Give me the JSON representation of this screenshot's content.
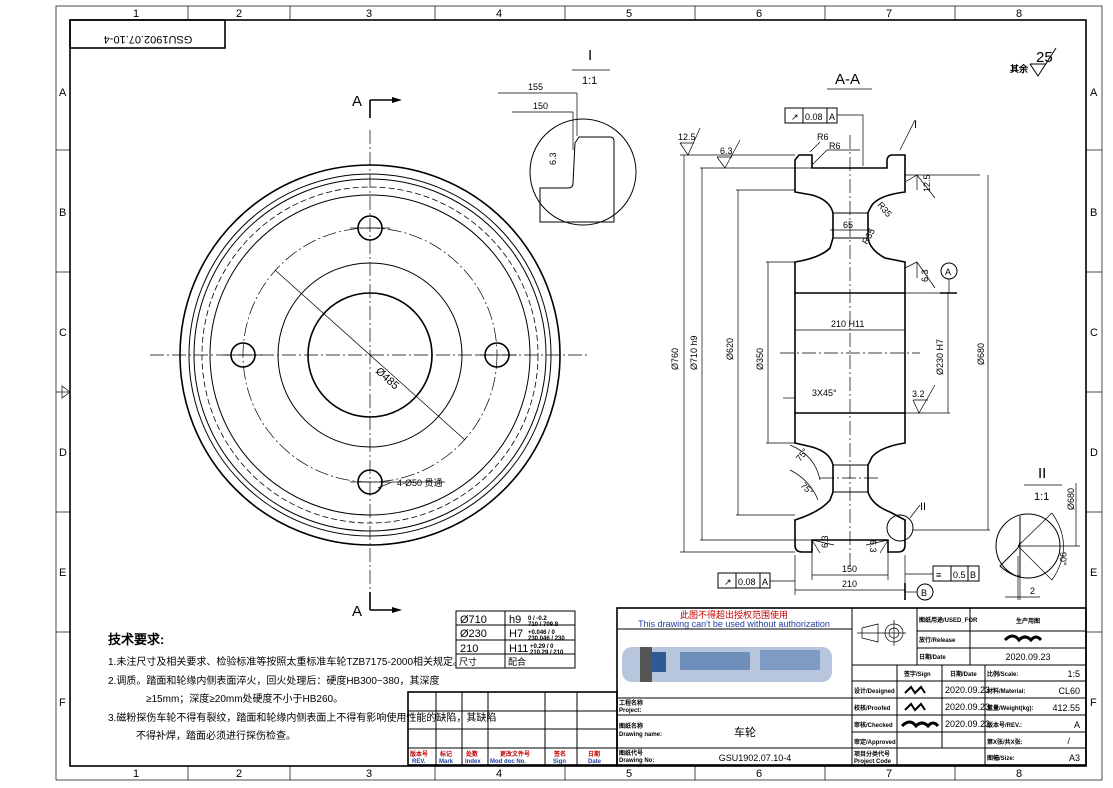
{
  "frame": {
    "columns": [
      "1",
      "2",
      "3",
      "4",
      "5",
      "6",
      "7",
      "8"
    ],
    "rows": [
      "A",
      "B",
      "C",
      "D",
      "E",
      "F"
    ],
    "drawing_number_box": "GSU1902.07.10-4"
  },
  "roughness_other": {
    "label": "其余",
    "value": "25"
  },
  "front_view": {
    "section_marker": "A",
    "dims": {
      "pcd": "Ø485",
      "holes": "4-Ø50 贯通"
    }
  },
  "detail_I": {
    "label": "I",
    "scale": "1:1",
    "dims": [
      "155",
      "150"
    ],
    "roughness": "6.3"
  },
  "detail_II": {
    "label": "II",
    "scale": "1:1",
    "dims": {
      "dia": "Ø680",
      "angle": "90°",
      "width": "2"
    }
  },
  "section_view": {
    "title": "A-A",
    "detail_refs": [
      "I",
      "II"
    ],
    "tolerance_frames": [
      {
        "symbol": "runout",
        "value": "0.08",
        "datum": "A"
      },
      {
        "symbol": "runout",
        "value": "0.08",
        "datum": "A"
      },
      {
        "symbol": "symmetry",
        "value": "0.5",
        "datum": "B"
      }
    ],
    "datums": [
      "A",
      "B"
    ],
    "roughness": [
      "12.5",
      "6.3",
      "12.5",
      "6.3",
      "3.2",
      "6.3",
      "6.3"
    ],
    "dims": {
      "r6a": "R6",
      "r6b": "R6",
      "r35a": "R35",
      "r35b": "R35",
      "w65": "65",
      "bore_len": "210 H11",
      "chamfer": "3X45°",
      "d760": "Ø760",
      "d710": "Ø710 h9",
      "d620": "Ø620",
      "d350": "Ø350",
      "d230": "Ø230 H7",
      "d680": "Ø680",
      "a75a": "75°",
      "a75b": "75°",
      "w150": "150",
      "w210": "210"
    }
  },
  "fit_table": {
    "rows": [
      {
        "size": "Ø710",
        "fit": "h9",
        "dev": "0 / -0.2",
        "limits": "710 / 709.8"
      },
      {
        "size": "Ø230",
        "fit": "H7",
        "dev": "+0.046 / 0",
        "limits": "230.046 / 230"
      },
      {
        "size": "210",
        "fit": "H11",
        "dev": "+0.29 / 0",
        "limits": "210.29 / 210"
      }
    ],
    "footer": {
      "size": "尺寸",
      "fit": "配合"
    }
  },
  "tech_requirements": {
    "title": "技术要求:",
    "items": [
      "1.未注尺寸及相关要求、检验标准等按照太重标准车轮TZB7175-2000相关规定。",
      "2.调质。踏面和轮缘内侧表面淬火，回火处理后：硬度HB300~380，其深度",
      "≥15mm；深度≥20mm处硬度不小于HB260。",
      "3.磁粉探伤车轮不得有裂纹，踏面和轮缘内侧表面上不得有影响使用性能的缺陷，其缺陷",
      "不得补焊，踏面必须进行探伤检查。"
    ]
  },
  "revision_table": {
    "headers": [
      {
        "cn": "版本号",
        "en": "REV."
      },
      {
        "cn": "标记",
        "en": "Mark"
      },
      {
        "cn": "处数",
        "en": "Index"
      },
      {
        "cn": "更改文件号",
        "en": "Mod doc No."
      },
      {
        "cn": "签名",
        "en": "Sign"
      },
      {
        "cn": "日期",
        "en": "Date"
      }
    ]
  },
  "title_block": {
    "notice_cn": "此图不得超出授权范围使用",
    "notice_en": "This drawing can't be used without authorization",
    "project_label": "工程名称",
    "project_label_en": "Project:",
    "drawing_name_label": "图纸名称",
    "drawing_name_label_en": "Drawing name:",
    "drawing_name": "车轮",
    "drawing_no_label": "图纸代号",
    "drawing_no_label_en": "Drawing No:",
    "drawing_no": "GSU1902.07.10-4",
    "used_for_label": "图纸用途/USED_FOR",
    "used_for": "生产用图",
    "release_label": "放行/Release",
    "date_label": "日期/Date",
    "release_date": "2020.09.23",
    "sign_header": "签字/Sign",
    "date_header": "日期/Date",
    "roles": [
      {
        "label": "设计/Designed",
        "date": "2020.09.23"
      },
      {
        "label": "校核/Proofed",
        "date": "2020.09.23"
      },
      {
        "label": "审核/Checked",
        "date": "2020.09.23"
      },
      {
        "label": "审定/Approved",
        "date": ""
      }
    ],
    "project_code_label": "项目分类代号",
    "project_code_label_en": "Project Code",
    "props": [
      {
        "label": "比例/Scale:",
        "value": "1:5"
      },
      {
        "label": "材料/Material:",
        "value": "CL60"
      },
      {
        "label": "重量/Weight(kg):",
        "value": "412.55"
      },
      {
        "label": "版本号/REV.:",
        "value": "A"
      },
      {
        "label": "第X张/共X张:",
        "value": "/"
      },
      {
        "label": "图幅/Size:",
        "value": "A3"
      }
    ]
  }
}
